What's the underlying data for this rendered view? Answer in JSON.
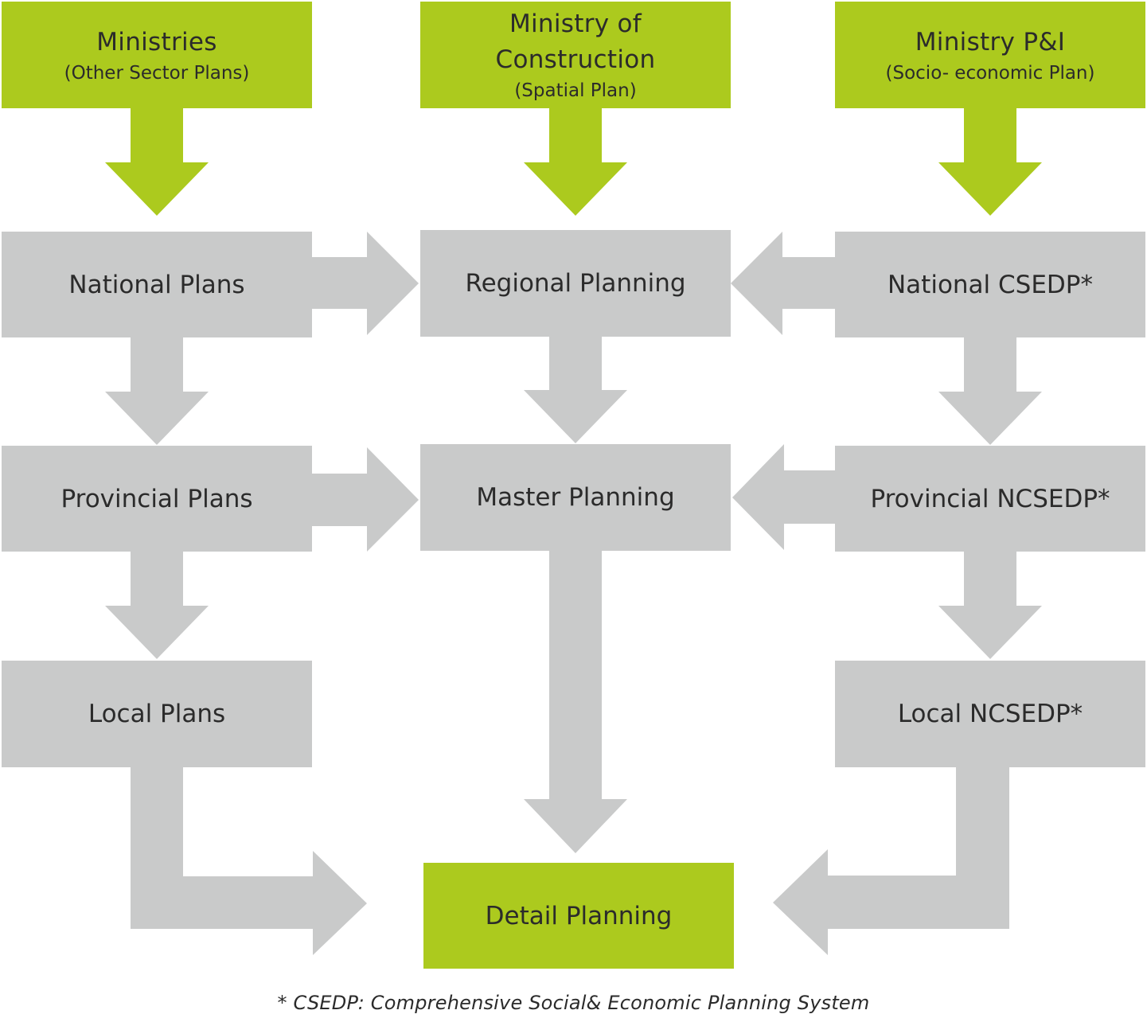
{
  "colors": {
    "green": "#acca1e",
    "grey": "#c9caca",
    "text": "#2b2b2b"
  },
  "sources": {
    "ministries": {
      "title": "Ministries",
      "subtitle": "(Other Sector Plans)"
    },
    "construction": {
      "title": "Ministry of Construction",
      "subtitle": "(Spatial Plan)"
    },
    "mpi": {
      "title": "Ministry P&I",
      "subtitle": "(Socio- economic Plan)"
    }
  },
  "nodes": {
    "national_plans": "National Plans",
    "regional_planning": "Regional Planning",
    "national_csedp": "National CSEDP*",
    "provincial_plans": "Provincial Plans",
    "master_planning": "Master Planning",
    "provincial_ncsedp": "Provincial NCSEDP*",
    "local_plans": "Local Plans",
    "local_ncsedp": "Local NCSEDP*",
    "detail_planning": "Detail Planning"
  },
  "footnote": "* CSEDP: Comprehensive Social& Economic Planning System"
}
